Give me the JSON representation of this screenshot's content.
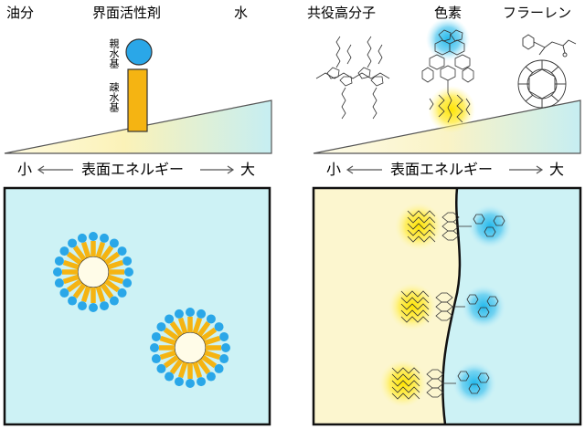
{
  "left_panel": {
    "labels": {
      "oil": "油分",
      "surfactant": "界面活性剤",
      "water": "水"
    },
    "surfactant_parts": {
      "hydrophilic": "親水基",
      "hydrophobic": "疎水基"
    },
    "axis": {
      "low": "小",
      "title": "表面エネルギー",
      "high": "大"
    }
  },
  "right_panel": {
    "labels": {
      "polymer": "共役高分子",
      "dye": "色素",
      "fullerene": "フラーレン"
    },
    "axis": {
      "low": "小",
      "title": "表面エネルギー",
      "high": "大"
    }
  },
  "colors": {
    "oil": "#fcf6cf",
    "water": "#cdf2f5",
    "hydrophilic_head": "#29a6e8",
    "hydrophobic_tail": "#f5b412",
    "dye_yellow_glow": "#ffe000",
    "dye_blue_glow": "#3ec6f0"
  }
}
